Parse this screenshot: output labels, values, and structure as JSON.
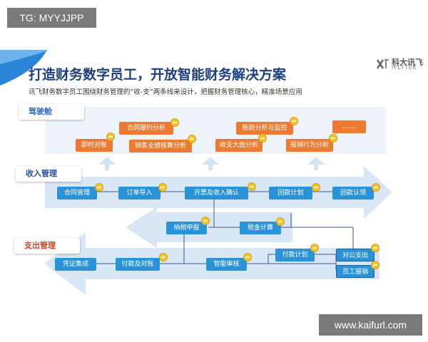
{
  "tag": "TG: MYYJJPP",
  "watermark": "www.kaifurl.com",
  "title": "打造财务数字员工，开放智能财务解决方案",
  "subtitle": "讯飞财务数字员工围绕财务管理的“收-支”两条线来设计，把握财务管理核心，精准场景应用",
  "logo": {
    "main": "科大讯飞",
    "sub": "IFLYTEK"
  },
  "sections": {
    "drive": "驾驶舱",
    "income": "收入管理",
    "expense": "支出管理"
  },
  "cockpit_items": [
    "合同履约分析",
    "即时对账",
    "销售业绩核算分析",
    "账龄分析与监控",
    "收支大盘分析",
    "报销行为分析",
    "……"
  ],
  "income_flow": [
    "合同管理",
    "订单导入",
    "开票及收入确认",
    "回款计划",
    "回款认领"
  ],
  "tax_flow": [
    "纳税申报",
    "税金计算"
  ],
  "expense_flow": [
    "凭证集成",
    "付款及对账",
    "智能审核",
    "付款计划",
    "对公支出",
    "员工报销"
  ],
  "colors": {
    "title": "#1d3f7a",
    "orange": "#ec7a33",
    "blue": "#2a93d8",
    "arrow": "#d9e6f5",
    "coin": "#f4c430"
  }
}
